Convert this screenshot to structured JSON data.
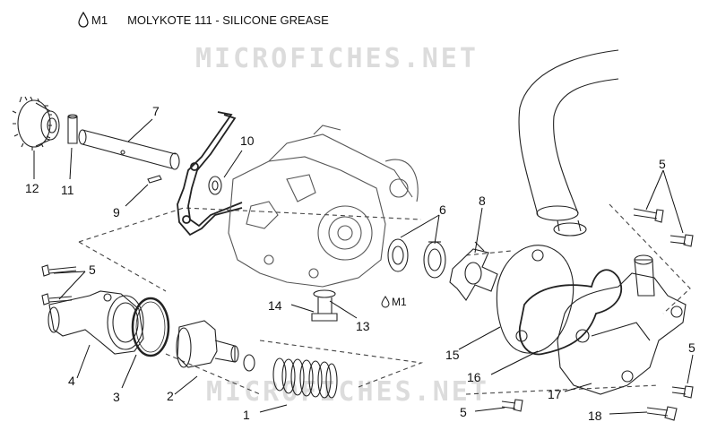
{
  "legend": {
    "code": "M1",
    "text": "MOLYKOTE 111 - SILICONE GREASE"
  },
  "watermark": "MICROFICHES.NET",
  "callouts": {
    "c1": "1",
    "c2": "2",
    "c3": "3",
    "c4": "4",
    "c5a": "5",
    "c5b": "5",
    "c5c": "5",
    "c5d": "5",
    "c6": "6",
    "c7": "7",
    "c8": "8",
    "c9": "9",
    "c10": "10",
    "c11": "11",
    "c12": "12",
    "c13": "13",
    "c14": "14",
    "c15": "15",
    "c16": "16",
    "c17": "17",
    "c18": "18"
  },
  "m1_note": "M1"
}
